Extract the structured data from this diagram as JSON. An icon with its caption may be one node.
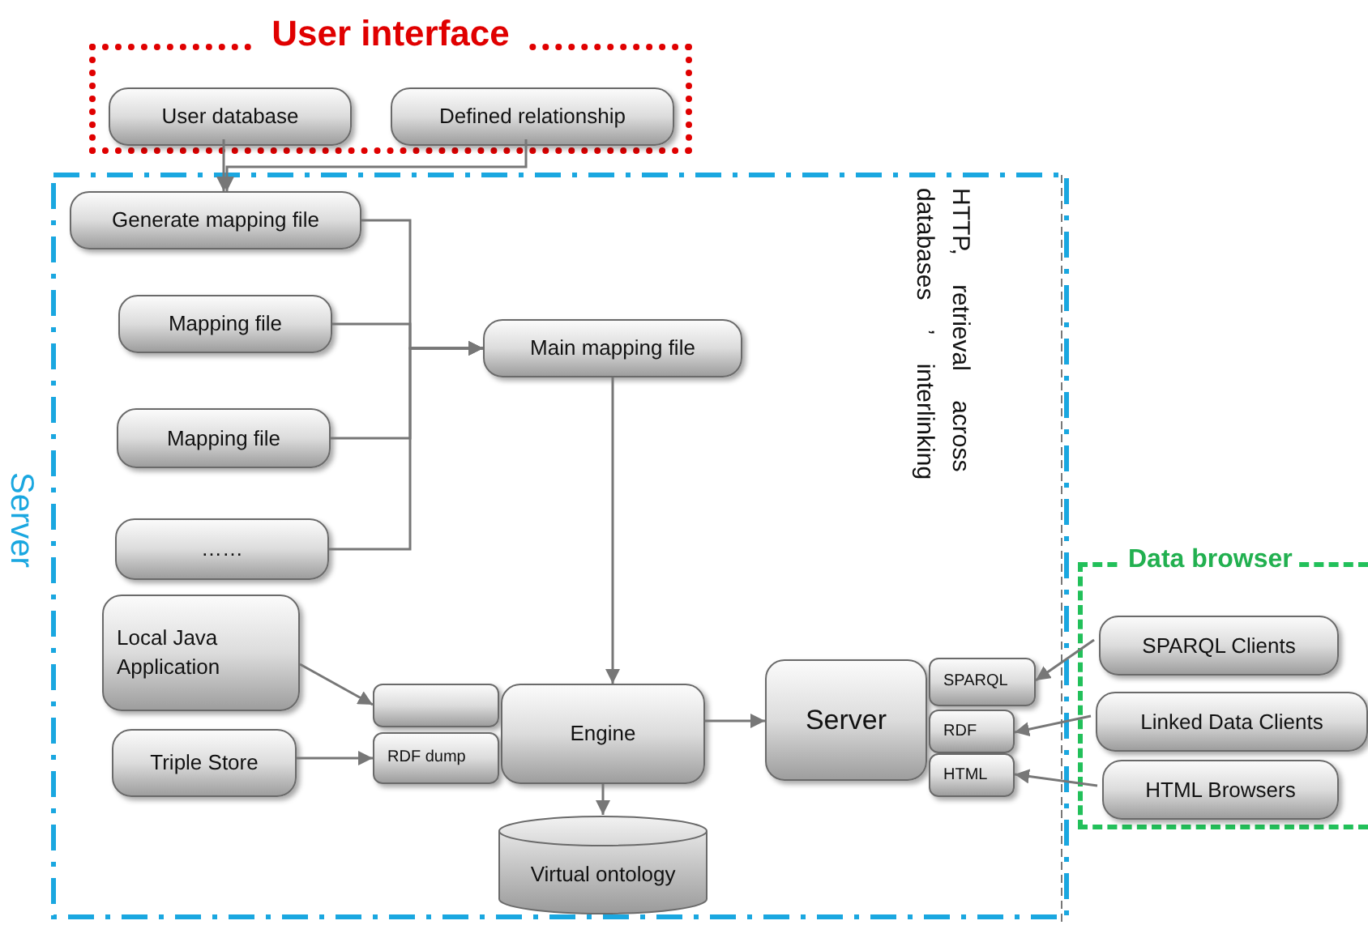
{
  "diagram": {
    "nodes": [
      {
        "text": [
          "User interface"
        ]
      },
      {
        "text": [
          "User database"
        ],
        "in": 0
      },
      {
        "text": [
          "Defined relationship"
        ],
        "in": 0
      },
      {
        "text": [
          "Server"
        ]
      },
      {
        "text": [
          "Generate mapping file"
        ],
        "in": 3
      },
      {
        "text": [
          "Mapping file"
        ],
        "in": 3
      },
      {
        "text": [
          "Mapping file"
        ],
        "in": 3
      },
      {
        "text": [
          "……"
        ],
        "in": 3
      },
      {
        "text": [
          "Main mapping file"
        ],
        "in": 3
      },
      {
        "text": [
          "Local Java Application"
        ],
        "in": 3
      },
      {
        "text": [
          "Triple Store"
        ],
        "in": 3
      },
      {
        "text": [],
        "shape": "box",
        "in": 3
      },
      {
        "text": [
          "RDF dump"
        ],
        "in": 3
      },
      {
        "text": [
          "Engine"
        ],
        "in": 3
      },
      {
        "text": [
          "Virtual ontology"
        ],
        "in": 3
      },
      {
        "text": [
          "Server"
        ],
        "in": 3
      },
      {
        "text": [
          "SPARQL"
        ],
        "in": 3
      },
      {
        "text": [
          "RDF"
        ],
        "in": 3
      },
      {
        "text": [
          "HTML"
        ],
        "in": 3
      },
      {
        "text": [
          "Data browser"
        ]
      },
      {
        "text": [
          "SPARQL Clients"
        ],
        "in": 19
      },
      {
        "text": [
          "Linked Data Clients"
        ],
        "in": 19
      },
      {
        "text": [
          "HTML Browsers"
        ],
        "in": 19
      }
    ],
    "edges": [
      {
        "from": 1,
        "to": 4,
        "arrow": "to"
      },
      {
        "from": 2,
        "to": 4,
        "arrow": "to"
      },
      {
        "from": 4,
        "to": 8,
        "arrow": "to"
      },
      {
        "from": 5,
        "to": 8,
        "arrow": "to"
      },
      {
        "from": 6,
        "to": 8,
        "arrow": "to"
      },
      {
        "from": 7,
        "to": 8,
        "arrow": "to"
      },
      {
        "from": 8,
        "to": 13,
        "arrow": "to"
      },
      {
        "from": 9,
        "to": 11,
        "arrow": "to"
      },
      {
        "from": 10,
        "to": 12,
        "arrow": "to"
      },
      {
        "from": 13,
        "to": 14,
        "arrow": "to"
      },
      {
        "from": 13,
        "to": 15,
        "arrow": "to"
      },
      {
        "from": 20,
        "to": 16,
        "arrow": "to"
      },
      {
        "from": 21,
        "to": 17,
        "arrow": "to"
      },
      {
        "from": 22,
        "to": 18,
        "arrow": "to"
      }
    ],
    "labels": [
      "HTTP, retrieval across databases ’ interlinking"
    ]
  }
}
